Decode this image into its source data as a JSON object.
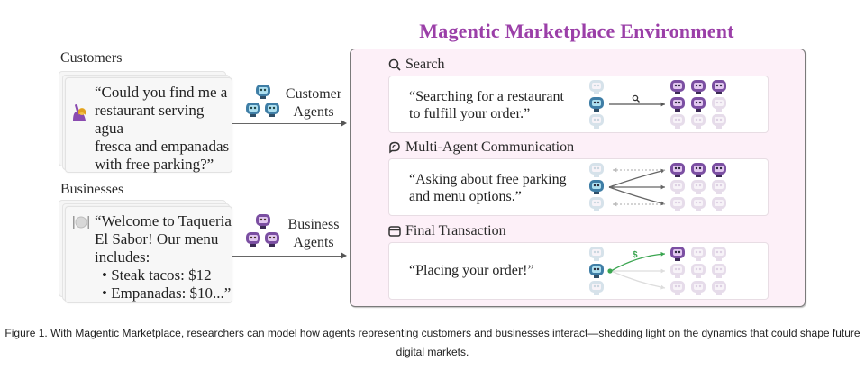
{
  "title": "Magentic Marketplace Environment",
  "colors": {
    "title": "#9b3fa8",
    "customer_robot": "#3f7ea6",
    "business_robot": "#7b4fa2",
    "faded_customer": "#d6e2ea",
    "faded_business": "#e6dcea",
    "transaction": "#3aa550",
    "env_background": "#fdf0f8"
  },
  "customers": {
    "label": "Customers",
    "icon": "person-raising-hand-icon",
    "quote_lines": [
      "“Could you find me a",
      "restaurant serving agua",
      "fresca and empanadas",
      "with free parking?”"
    ],
    "agent_label_lines": [
      "Customer",
      "Agents"
    ]
  },
  "businesses": {
    "label": "Businesses",
    "icon": "plate-cutlery-icon",
    "quote_lines": [
      "“Welcome to Taqueria",
      "El Sabor! Our menu",
      "includes:"
    ],
    "menu_items": [
      "Steak tacos: $12",
      "Empanadas: $10...”"
    ],
    "agent_label_lines": [
      "Business",
      "Agents"
    ]
  },
  "stages": [
    {
      "name": "Search",
      "icon": "search-icon",
      "quote_lines": [
        "“Searching for a restaurant",
        "to fulfill your order.”"
      ],
      "edge_symbol": "search-icon"
    },
    {
      "name": "Multi-Agent Communication",
      "icon": "chat-bubble-icon",
      "quote_lines": [
        "“Asking about free parking",
        "and menu options.”"
      ]
    },
    {
      "name": "Final Transaction",
      "icon": "credit-card-icon",
      "quote_lines": [
        "“Placing your order!”"
      ],
      "edge_symbol": "$"
    }
  ],
  "caption_lines": [
    "Figure 1. With Magentic Marketplace, researchers can model how agents representing customers and businesses interact—shedding light on the dynamics that could shape future",
    "digital markets."
  ]
}
